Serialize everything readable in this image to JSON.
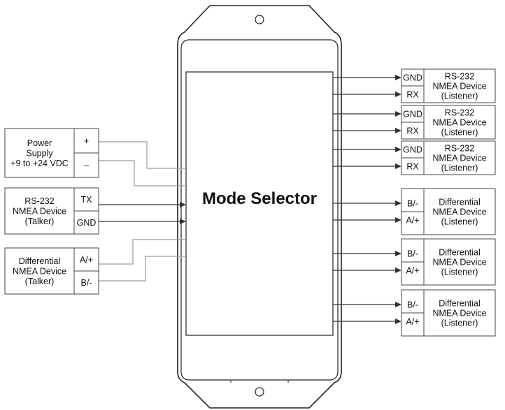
{
  "center": {
    "title": "Mode Selector"
  },
  "left_devices": [
    {
      "lines": [
        "Power",
        "Supply",
        "+9 to +24 VDC"
      ],
      "pins": [
        "+",
        "–"
      ]
    },
    {
      "lines": [
        "RS-232",
        "NMEA Device",
        "(Talker)"
      ],
      "pins": [
        "TX",
        "GND"
      ]
    },
    {
      "lines": [
        "Differential",
        "NMEA Device",
        "(Talker)"
      ],
      "pins": [
        "A/+",
        "B/-"
      ]
    }
  ],
  "right_devices": [
    {
      "lines": [
        "RS-232",
        "NMEA Device",
        "(Listener)"
      ],
      "pins": [
        "GND",
        "RX"
      ]
    },
    {
      "lines": [
        "RS-232",
        "NMEA Device",
        "(Listener)"
      ],
      "pins": [
        "GND",
        "RX"
      ]
    },
    {
      "lines": [
        "RS-232",
        "NMEA Device",
        "(Listener)"
      ],
      "pins": [
        "GND",
        "RX"
      ]
    },
    {
      "lines": [
        "Differential",
        "NMEA Device",
        "(Listener)"
      ],
      "pins": [
        "B/-",
        "A/+"
      ]
    },
    {
      "lines": [
        "Differential",
        "NMEA Device",
        "(Listener)"
      ],
      "pins": [
        "B/-",
        "A/+"
      ]
    },
    {
      "lines": [
        "Differential",
        "NMEA Device",
        "(Listener)"
      ],
      "pins": [
        "B/-",
        "A/+"
      ]
    }
  ]
}
